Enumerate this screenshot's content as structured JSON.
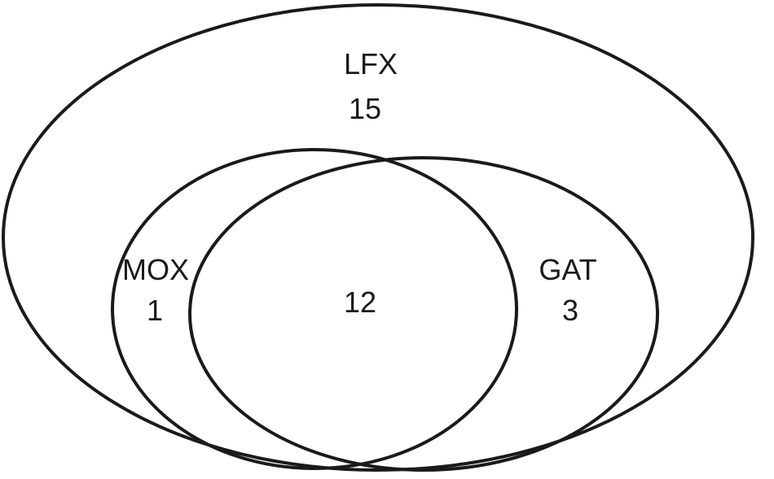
{
  "diagram": {
    "type": "venn",
    "sets": [
      {
        "id": "lfx",
        "label": "LFX",
        "only_count": "15"
      },
      {
        "id": "mox",
        "label": "MOX",
        "only_count": "1"
      },
      {
        "id": "gat",
        "label": "GAT",
        "only_count": "3"
      }
    ],
    "intersection": {
      "sets": [
        "mox",
        "gat"
      ],
      "count": "12"
    },
    "stroke_color": "#1a1a1a"
  }
}
